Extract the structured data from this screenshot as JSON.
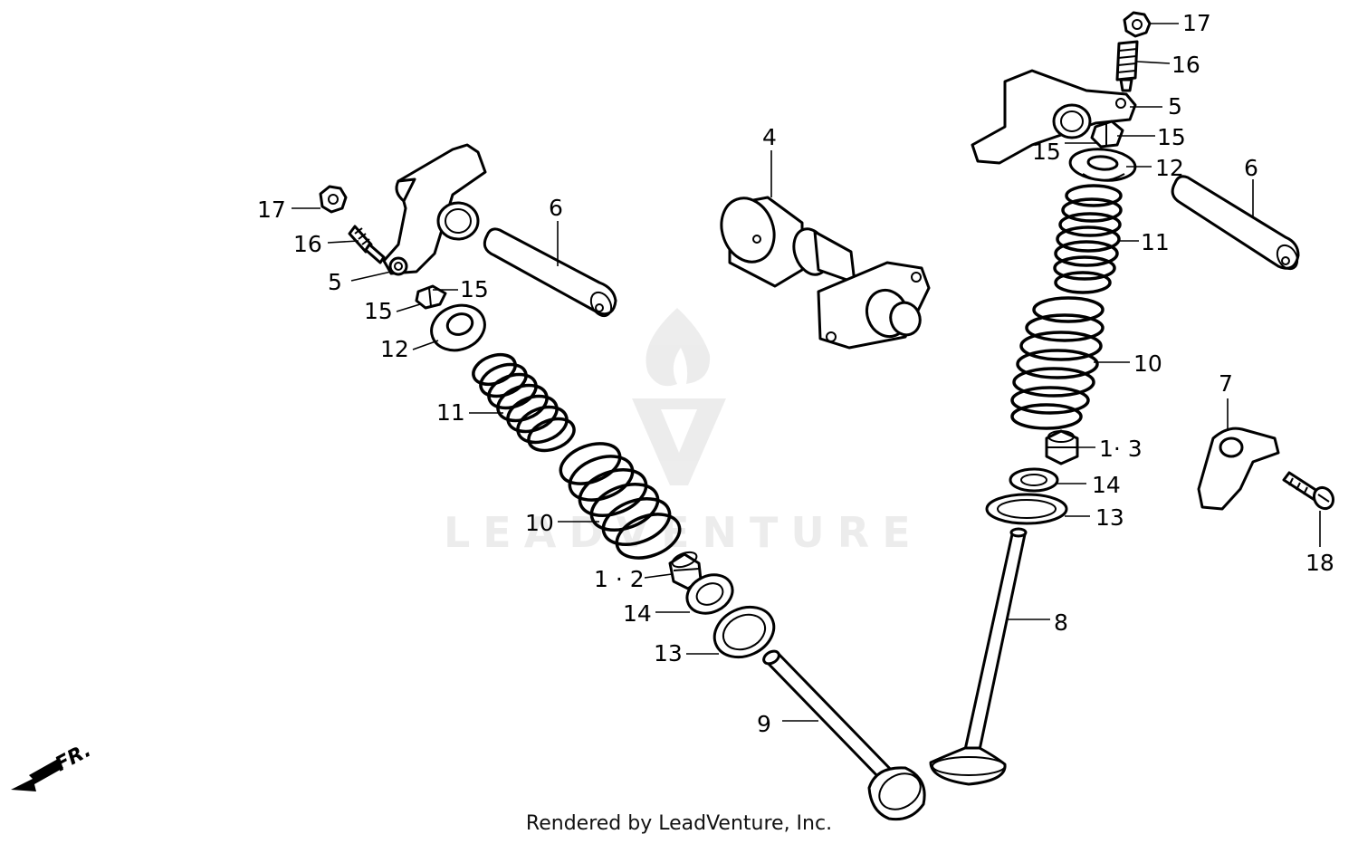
{
  "diagram": {
    "callouts": {
      "c4": "4",
      "l17": "17",
      "l16": "16",
      "l5": "5",
      "l15a": "15",
      "l15b": "15",
      "l12": "12",
      "l6": "6",
      "l11": "11",
      "l10": "10",
      "l12sub": "1 · 2",
      "l14": "14",
      "l13": "13",
      "l9": "9",
      "r17": "17",
      "r16": "16",
      "r5": "5",
      "r15a": "15",
      "r15b": "15",
      "r12": "12",
      "r6": "6",
      "r11": "11",
      "r10": "10",
      "r13sub": "1· 3",
      "r14": "14",
      "r13": "13",
      "r8": "8",
      "c7": "7",
      "c18": "18"
    },
    "direction_label": "FR."
  },
  "watermark": {
    "text": "LEADVENTURE"
  },
  "footer": {
    "text": "Rendered by LeadVenture, Inc."
  }
}
